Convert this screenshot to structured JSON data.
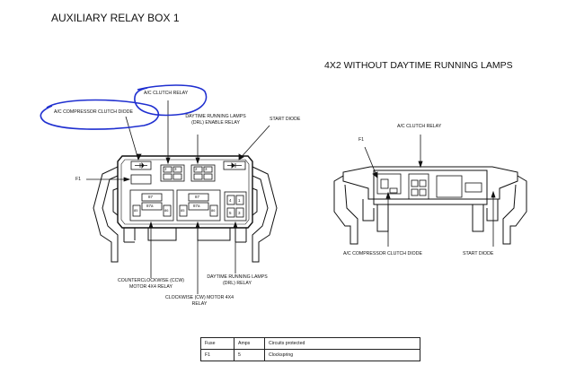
{
  "title": "AUXILIARY RELAY BOX 1",
  "subtitle": "4X2 WITHOUT DAYTIME RUNNING LAMPS",
  "left_diagram": {
    "labels": {
      "ac_clutch_relay": "A/C CLUTCH RELAY",
      "ac_compressor_clutch_diode": "A/C COMPRESSOR CLUTCH DIODE",
      "drl_enable_relay_1": "DAYTIME RUNNING LAMPS",
      "drl_enable_relay_2": "(DRL) ENABLE RELAY",
      "start_diode": "START DIODE",
      "f1": "F1",
      "ccw_relay_1": "COUNTERCLOCKWISE (CCW)",
      "ccw_relay_2": "MOTOR 4X4 RELAY",
      "cw_relay_1": "CLOCKWISE (CW) MOTOR 4X4",
      "cw_relay_2": "RELAY",
      "drl_relay_1": "DAYTIME RUNNING LAMPS",
      "drl_relay_2": "(DRL) RELAY"
    },
    "pins": {
      "p87": "87",
      "p87a": "87a",
      "p30": "30",
      "p85": "85",
      "p86": "86",
      "p2": "2",
      "p3": "3",
      "p4": "4",
      "p1": "1",
      "p5": "5"
    }
  },
  "right_diagram": {
    "labels": {
      "f1": "F1",
      "ac_clutch_relay": "A/C CLUTCH RELAY",
      "ac_compressor_clutch_diode": "A/C COMPRESSOR CLUTCH DIODE",
      "start_diode": "START DIODE"
    }
  },
  "fuse_table": {
    "headers": [
      "Fuse",
      "Amps",
      "Circuits protected"
    ],
    "rows": [
      [
        "F1",
        "5",
        "Clockspring"
      ]
    ]
  },
  "annotation_color": "#1f2fd0"
}
